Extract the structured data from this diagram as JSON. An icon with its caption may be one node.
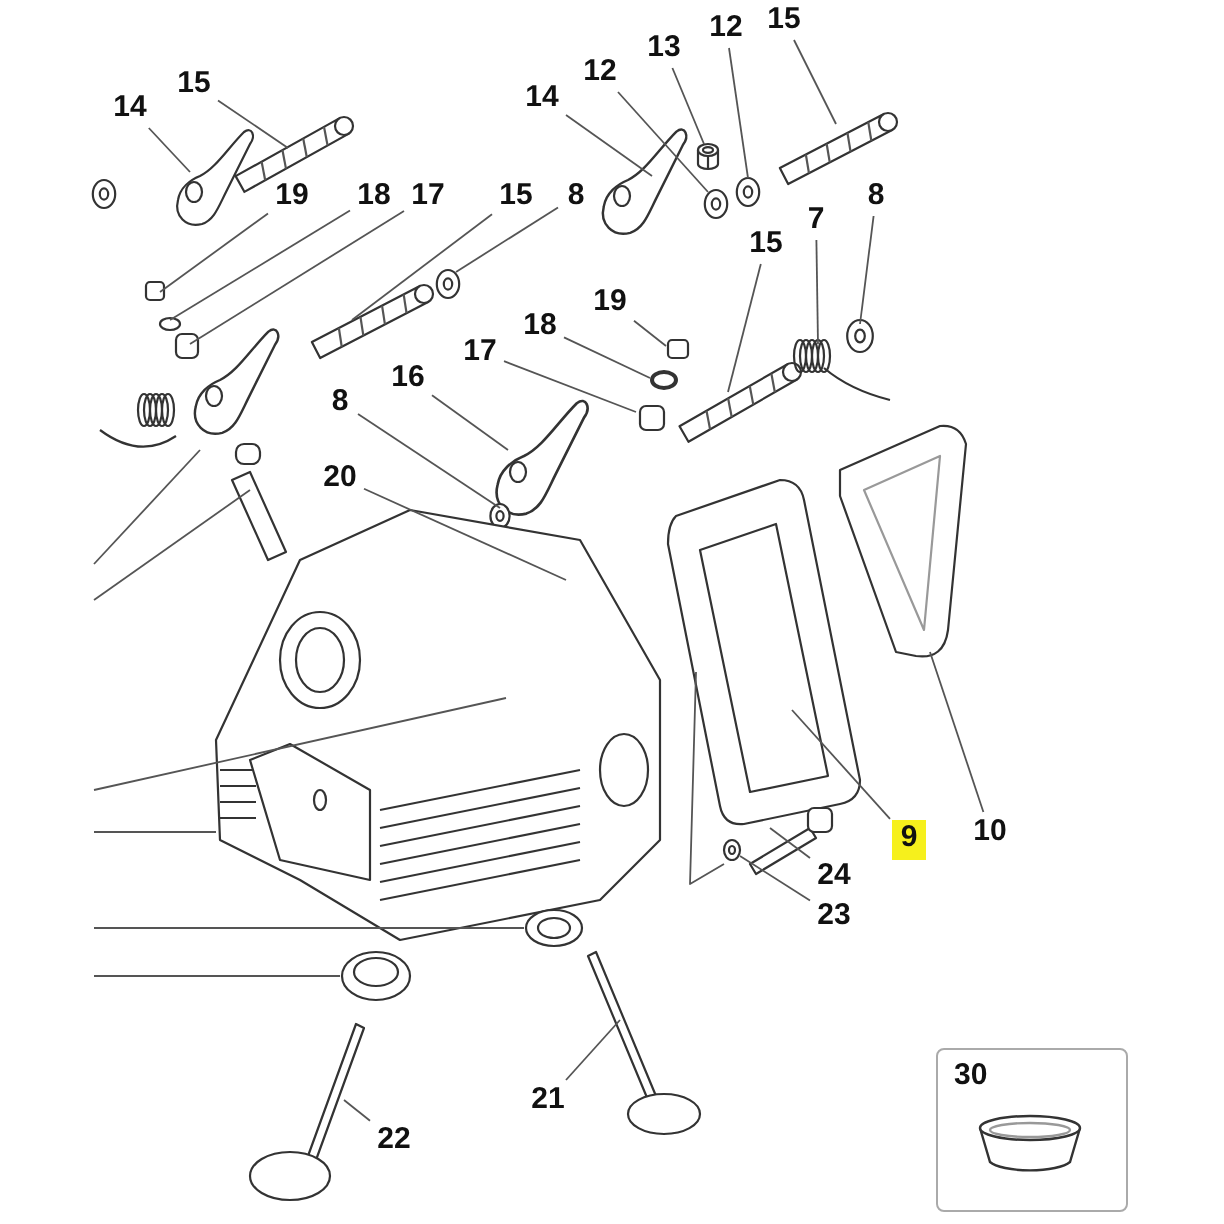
{
  "diagram": {
    "nodes": [
      {
        "text": [
          "15"
        ]
      },
      {
        "text": [
          "12"
        ]
      },
      {
        "text": [
          "13"
        ]
      },
      {
        "text": [
          "12"
        ]
      },
      {
        "text": [
          "15"
        ]
      },
      {
        "text": [
          "14"
        ]
      },
      {
        "text": [
          "14"
        ]
      },
      {
        "text": [
          "19"
        ]
      },
      {
        "text": [
          "18"
        ]
      },
      {
        "text": [
          "17"
        ]
      },
      {
        "text": [
          "15"
        ]
      },
      {
        "text": [
          "8"
        ]
      },
      {
        "text": [
          "8"
        ]
      },
      {
        "text": [
          "7"
        ]
      },
      {
        "text": [
          "15"
        ]
      },
      {
        "text": [
          "19"
        ]
      },
      {
        "text": [
          "18"
        ]
      },
      {
        "text": [
          "17"
        ]
      },
      {
        "text": [
          "16"
        ]
      },
      {
        "text": [
          "8"
        ]
      },
      {
        "text": [
          "20"
        ]
      },
      {
        "text": [
          "9"
        ]
      },
      {
        "text": [
          "10"
        ]
      },
      {
        "text": [
          "24"
        ]
      },
      {
        "text": [
          "23"
        ]
      },
      {
        "text": [
          "21"
        ]
      },
      {
        "text": [
          "30"
        ]
      },
      {
        "text": [
          "22"
        ]
      },
      {
        "text": [],
        "shape": "picture"
      },
      {
        "text": [],
        "shape": "picture"
      },
      {
        "text": [],
        "shape": "picture"
      },
      {
        "text": [],
        "shape": "picture"
      },
      {
        "text": [],
        "shape": "picture"
      }
    ],
    "edges": [
      {
        "from": 0,
        "to": null,
        "arrow": "none"
      },
      {
        "from": 1,
        "to": 31,
        "arrow": "none"
      },
      {
        "from": 2,
        "to": 32,
        "arrow": "none"
      },
      {
        "from": 3,
        "to": 30,
        "arrow": "none"
      },
      {
        "from": 4,
        "to": 28,
        "arrow": "none"
      },
      {
        "from": 5,
        "to": null,
        "arrow": "none"
      },
      {
        "from": 6,
        "to": null,
        "arrow": "none"
      },
      {
        "from": 7,
        "to": null,
        "arrow": "none"
      },
      {
        "from": 8,
        "to": null,
        "arrow": "none"
      },
      {
        "from": 9,
        "to": null,
        "arrow": "none"
      },
      {
        "from": 10,
        "to": null,
        "arrow": "none"
      },
      {
        "from": 11,
        "to": 29,
        "arrow": "none"
      },
      {
        "from": 12,
        "to": null,
        "arrow": "none"
      },
      {
        "from": 13,
        "to": null,
        "arrow": "none"
      },
      {
        "from": 14,
        "to": null,
        "arrow": "none"
      },
      {
        "from": 15,
        "to": null,
        "arrow": "none"
      },
      {
        "from": 16,
        "to": null,
        "arrow": "none"
      },
      {
        "from": 17,
        "to": null,
        "arrow": "none"
      },
      {
        "from": 18,
        "to": null,
        "arrow": "none"
      },
      {
        "from": 19,
        "to": null,
        "arrow": "none"
      },
      {
        "from": 20,
        "to": null,
        "arrow": "none"
      },
      {
        "from": 21,
        "to": null,
        "arrow": "none"
      },
      {
        "from": 22,
        "to": null,
        "arrow": "none"
      },
      {
        "from": 23,
        "to": null,
        "arrow": "none"
      },
      {
        "from": 24,
        "to": null,
        "arrow": "none"
      },
      {
        "from": 25,
        "to": null,
        "arrow": "none"
      },
      {
        "from": 27,
        "to": null,
        "arrow": "none"
      }
    ]
  }
}
